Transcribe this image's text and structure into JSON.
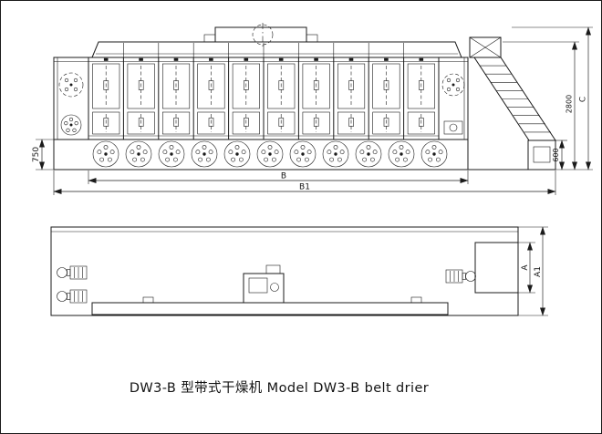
{
  "caption": "DW3-B 型带式干燥机 Model DW3-B belt drier",
  "elevation_dims": {
    "height_750": "750",
    "length_B": "B",
    "length_B1": "B1",
    "height_600": "600",
    "height_2800": "2800",
    "height_C": "C"
  },
  "plan_dims": {
    "width_A": "A",
    "width_A1": "A1"
  },
  "colors": {
    "line": "#1b1b1b",
    "background": "#ffffff"
  }
}
